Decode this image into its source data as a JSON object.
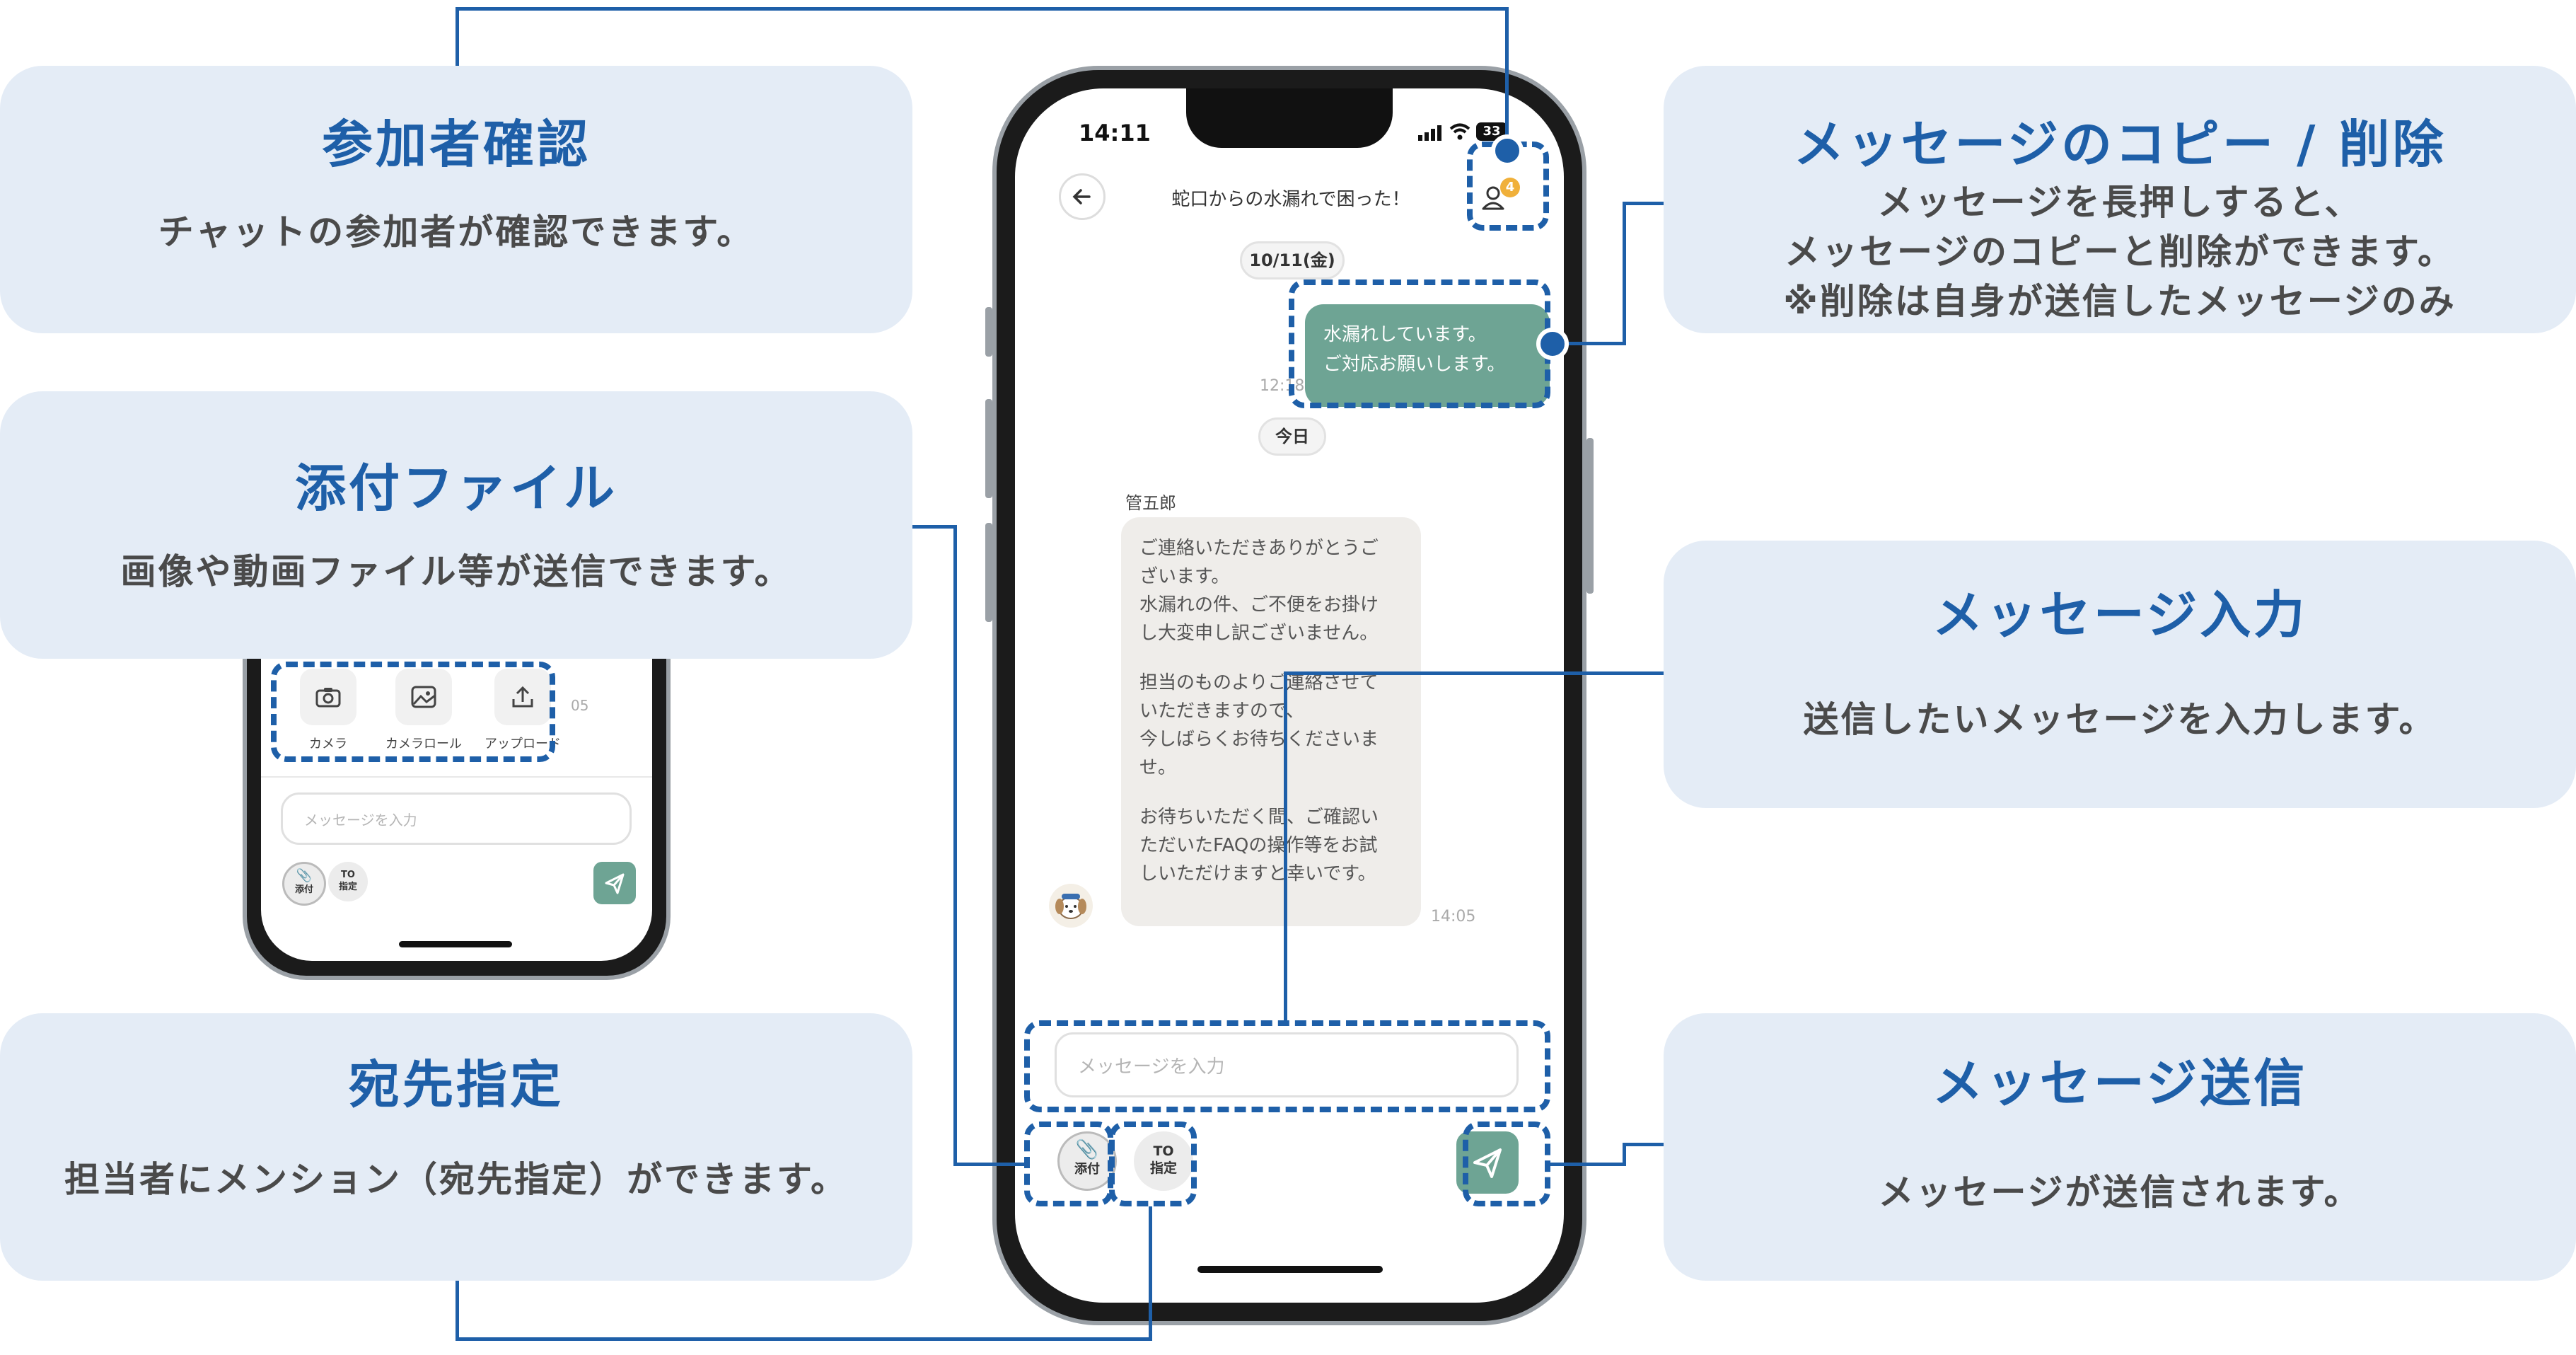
{
  "cards": {
    "participants": {
      "title": "参加者確認",
      "desc": [
        "チャットの参加者が確認できます。"
      ]
    },
    "copy_delete": {
      "title": "メッセージのコピー / 削除",
      "desc": [
        "メッセージを長押しすると、",
        "メッセージのコピーと削除ができます。",
        "※削除は自身が送信したメッセージのみ"
      ]
    },
    "attachment": {
      "title": "添付ファイル",
      "desc": [
        "画像や動画ファイル等が送信できます。"
      ]
    },
    "message_input": {
      "title": "メッセージ入力",
      "desc": [
        "送信したいメッセージを入力します。"
      ]
    },
    "recipient": {
      "title": "宛先指定",
      "desc": [
        "担当者にメンション（宛先指定）ができます。"
      ]
    },
    "send": {
      "title": "メッセージ送信",
      "desc": [
        "メッセージが送信されます。"
      ]
    }
  },
  "phone": {
    "status_time": "14:11",
    "battery": "33",
    "chat_title": "蛇口からの水漏れで困った！",
    "participant_badge": "4",
    "date_pill_1": "10/11(金)",
    "sent_message": [
      "水漏れしています。",
      "ご対応お願いします。"
    ],
    "sent_time": "12:18",
    "date_pill_2": "今日",
    "sender_name": "管五郎",
    "received_message": [
      "ご連絡いただきありがとうご",
      "ざいます。",
      "水漏れの件、ご不便をお掛け",
      "し大変申し訳ございません。",
      "",
      "担当のものよりご連絡させて",
      "いただきますので、",
      "今しばらくお待ちくださいま",
      "せ。",
      "",
      "お待ちいただく間、ご確認い",
      "ただいたFAQの操作等をお試",
      "しいただけますと幸いです。"
    ],
    "received_time": "14:05",
    "input_placeholder": "メッセージを入力",
    "attach_label": "添付",
    "to_label_top": "TO",
    "to_label_bottom": "指定"
  },
  "mini_phone": {
    "attach_options": [
      "カメラ",
      "カメラロール",
      "アップロード"
    ],
    "partial_time": "05",
    "input_placeholder": "メッセージを入力",
    "attach_label": "添付",
    "to_label_top": "TO",
    "to_label_bottom": "指定"
  },
  "colors": {
    "accent": "#1e5fa8",
    "card_bg": "#e4ecf6",
    "bubble_green": "#6ea494"
  }
}
